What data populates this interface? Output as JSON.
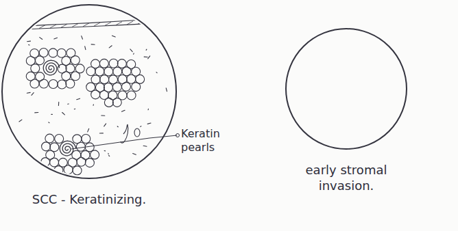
{
  "diagram": {
    "nodes": [
      {
        "text": [
          "SCC - Keratinizing."
        ]
      },
      {
        "text": [
          "early stromal invasion."
        ]
      }
    ],
    "labels": [
      "Keratin pearls"
    ]
  }
}
